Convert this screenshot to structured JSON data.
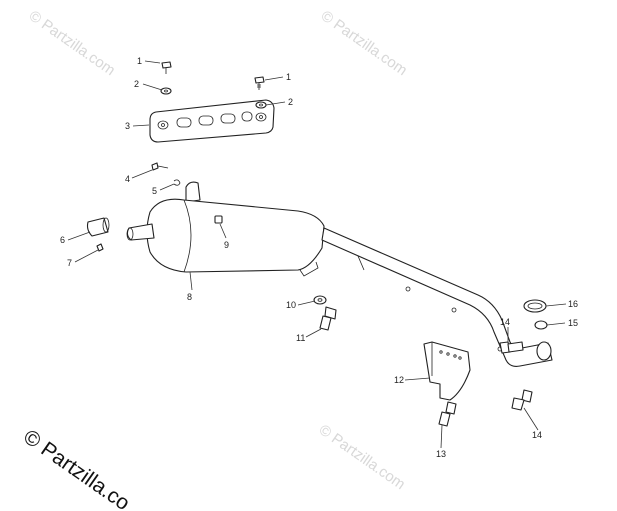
{
  "watermark": {
    "text": "© Partzilla.com",
    "corner_text": "© Partzilla.co"
  },
  "callouts": {
    "c1a": "1",
    "c1b": "1",
    "c2a": "2",
    "c2b": "2",
    "c3": "3",
    "c4": "4",
    "c5": "5",
    "c6": "6",
    "c7": "7",
    "c8": "8",
    "c9": "9",
    "c10": "10",
    "c11": "11",
    "c12": "12",
    "c13": "13",
    "c14a": "14",
    "c14b": "14",
    "c15": "15",
    "c16": "16"
  }
}
